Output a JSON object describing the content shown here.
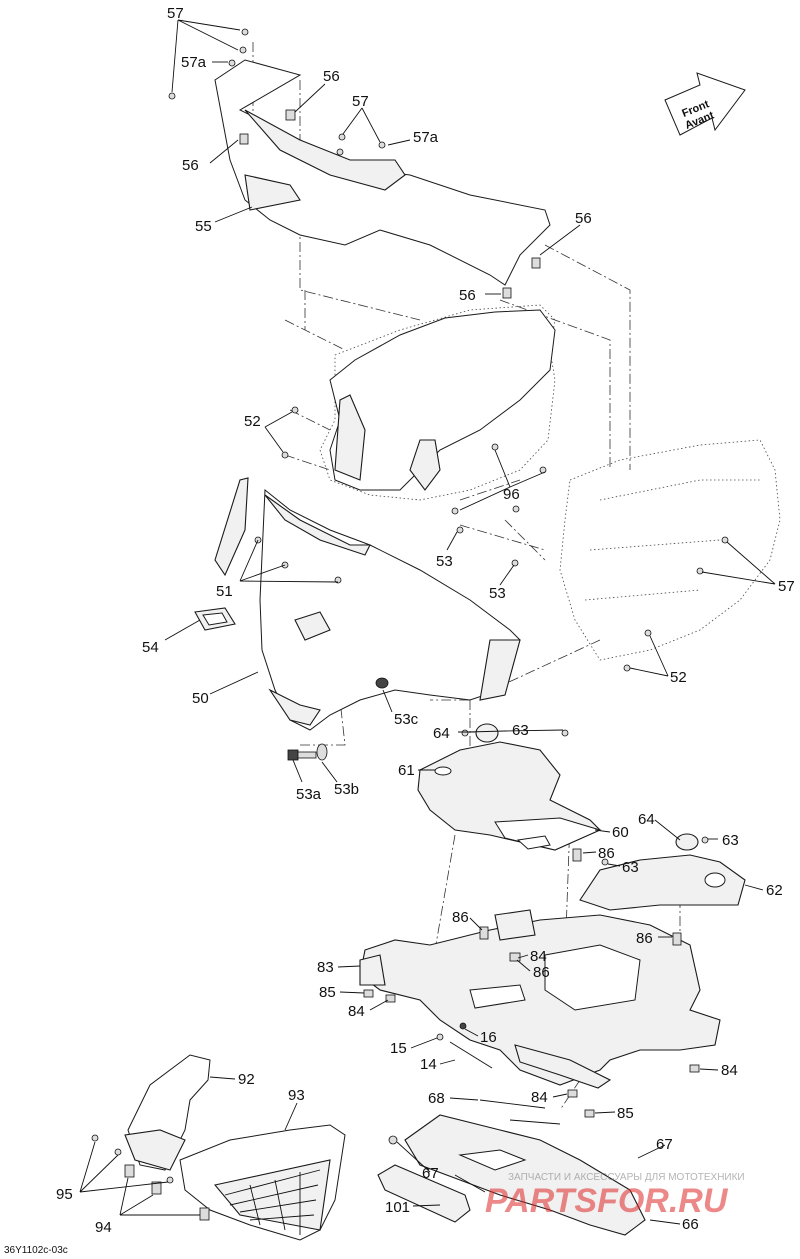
{
  "diagram_id": "36Y1102c-03c",
  "direction_arrow": {
    "line1": "Front",
    "line2": "Avant"
  },
  "watermark": {
    "tagline": "ЗАПЧАСТИ И АКСЕССУАРЫ ДЛЯ МОТОТЕХНИКИ",
    "brand": "PARTSFOR.RU"
  },
  "callouts": {
    "c57_top": "57",
    "c57a_top": "57a",
    "c56_a": "56",
    "c57_mid": "57",
    "c57a_mid": "57a",
    "c56_b": "56",
    "c55": "55",
    "c56_c": "56",
    "c56_d": "56",
    "c52_left": "52",
    "c96": "96",
    "c51": "51",
    "c53_left": "53",
    "c53_right": "53",
    "c57_right": "57",
    "c54": "54",
    "c52_right": "52",
    "c50": "50",
    "c53c": "53c",
    "c53a": "53a",
    "c53b": "53b",
    "c64_top": "64",
    "c63_top": "63",
    "c61": "61",
    "c60": "60",
    "c64_right": "64",
    "c63_right": "63",
    "c86_a": "86",
    "c63_mid": "63",
    "c62": "62",
    "c86_b": "86",
    "c84_a": "84",
    "c86_c": "86",
    "c83": "83",
    "c86_d": "86",
    "c85_a": "85",
    "c84_b": "84",
    "c15": "15",
    "c16": "16",
    "c14": "14",
    "c84_c": "84",
    "c84_d": "84",
    "c85_b": "85",
    "c68": "68",
    "c92": "92",
    "c93": "93",
    "c95": "95",
    "c94": "94",
    "c67_a": "67",
    "c67_b": "67",
    "c101": "101",
    "c66": "66"
  }
}
